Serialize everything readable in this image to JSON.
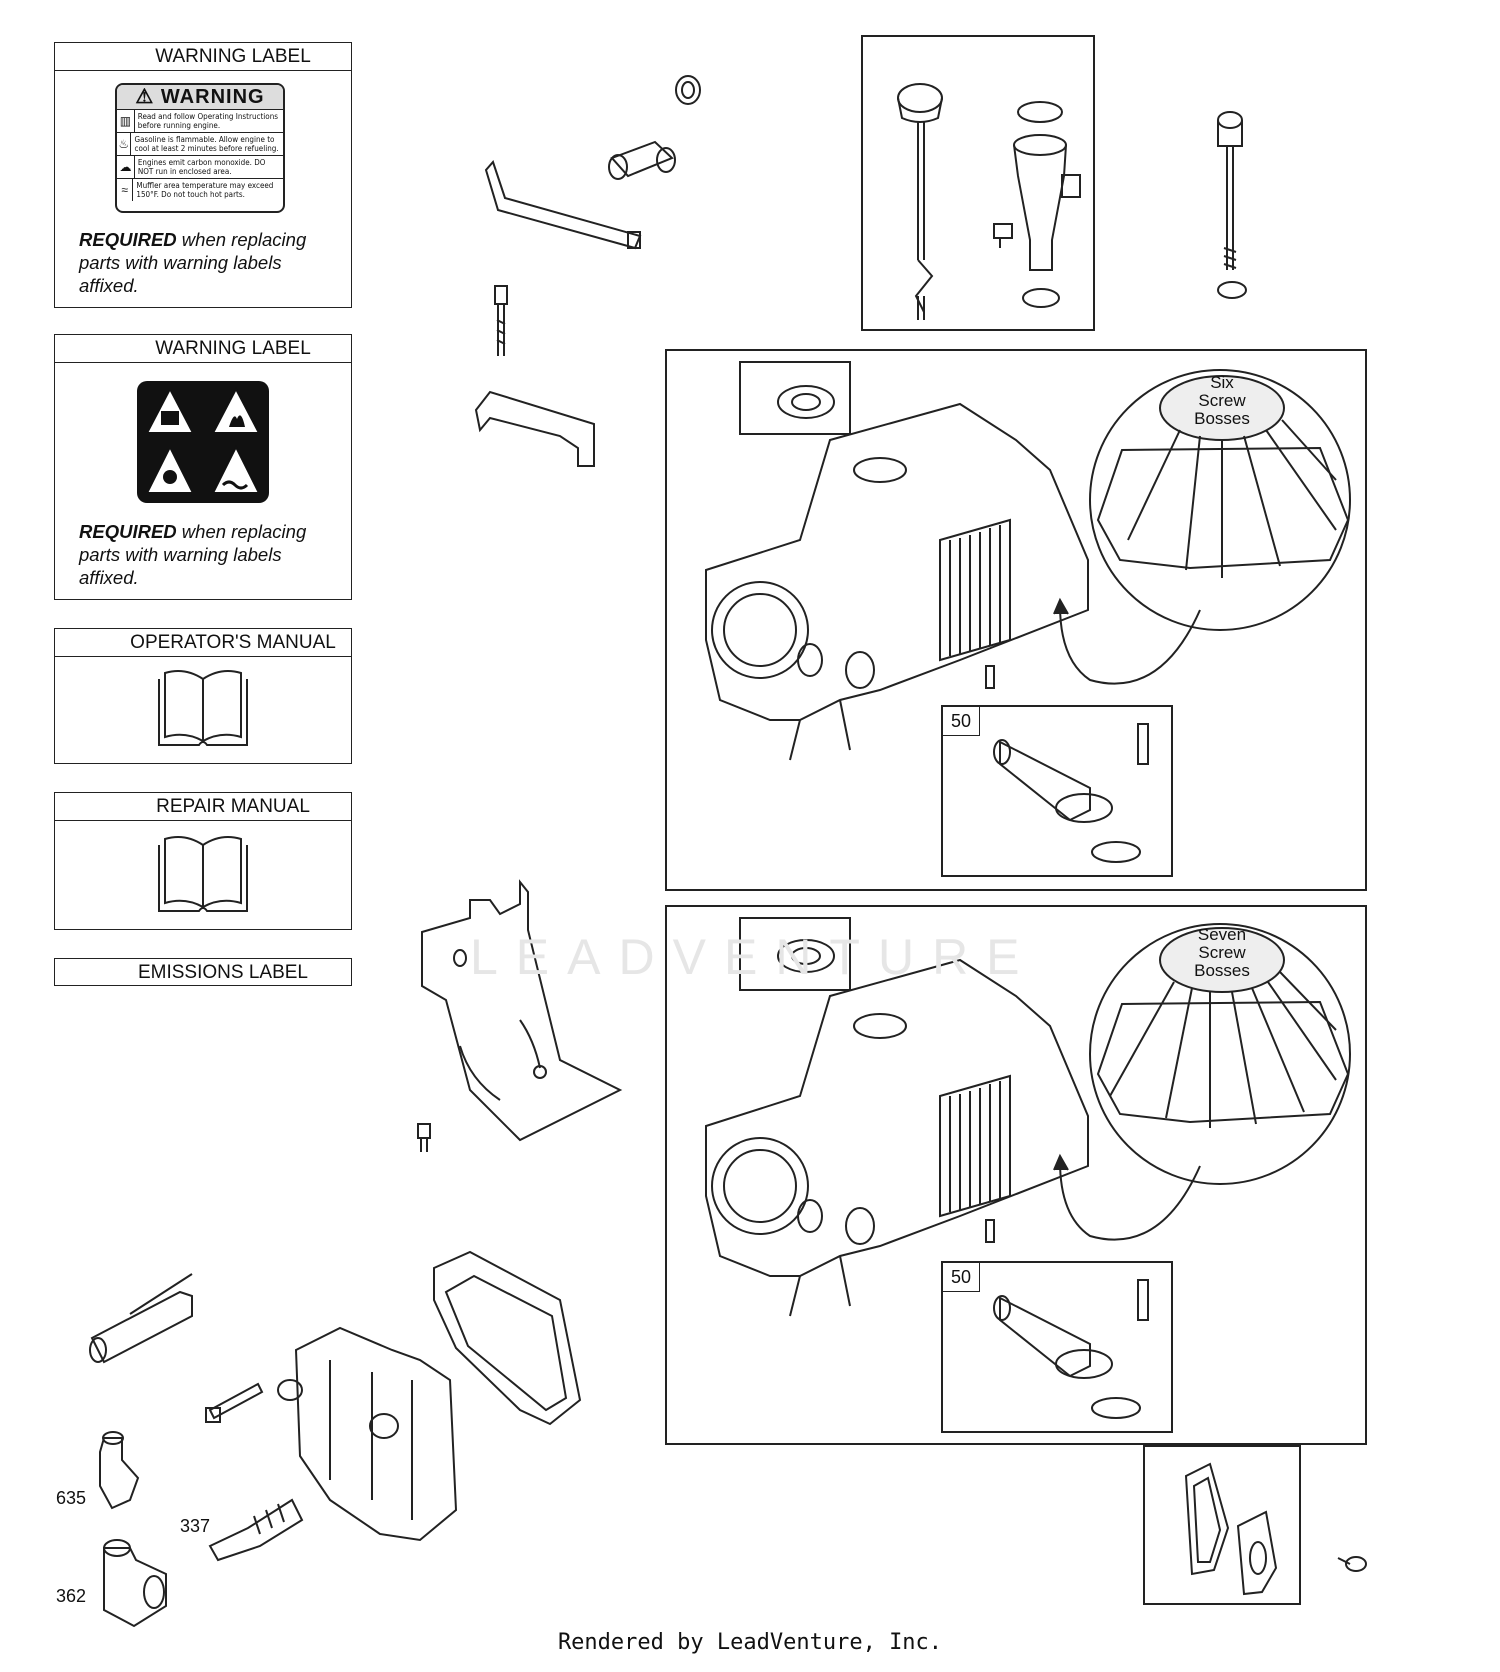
{
  "labels": {
    "warning1": {
      "title": "WARNING LABEL",
      "decal_title": "WARNING",
      "lines": [
        "Read and follow Operating Instructions before running engine.",
        "Gasoline is flammable. Allow engine to cool at least 2 minutes before refueling.",
        "Engines emit carbon monoxide. DO NOT run in enclosed area.",
        "Muffler area temperature may exceed 150°F. Do not touch hot parts."
      ],
      "req_bold": "REQUIRED",
      "req_text": " when replacing parts with warning labels affixed."
    },
    "warning2": {
      "title": "WARNING LABEL",
      "req_bold": "REQUIRED",
      "req_text": " when replacing parts with warning labels affixed."
    },
    "operators_manual": {
      "title": "OPERATOR'S MANUAL"
    },
    "repair_manual": {
      "title": "REPAIR MANUAL"
    },
    "emissions": {
      "title": "EMISSIONS LABEL"
    }
  },
  "callouts": {
    "upper_bosses": [
      "Six",
      "Screw",
      "Bosses"
    ],
    "lower_bosses": [
      "Seven",
      "Screw",
      "Bosses"
    ],
    "upper_inset_num": "50",
    "lower_inset_num": "50",
    "part_635": "635",
    "part_337": "337",
    "part_362": "362"
  },
  "watermark": "LEADVENTURE",
  "footer": "Rendered by LeadVenture, Inc."
}
